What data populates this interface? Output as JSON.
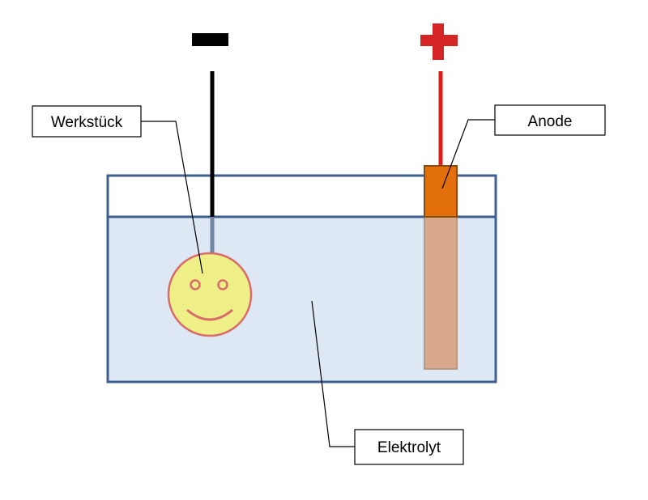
{
  "diagram": {
    "cathode_sign": "−",
    "anode_sign": "+",
    "labels": {
      "workpiece": "Werkstück",
      "anode": "Anode",
      "electrolyte": "Elektrolyt"
    },
    "colors": {
      "tank_border": "#3f5f8f",
      "electrolyte_fill": "#dde8f4",
      "cathode_wire": "#000000",
      "anode_wire": "#dd1c1c",
      "plus_sign": "#d42424",
      "anode_top": "#e26e0c",
      "anode_body": "#d7a98a",
      "smiley_fill": "#eef087",
      "smiley_stroke": "#d96b6b"
    }
  }
}
